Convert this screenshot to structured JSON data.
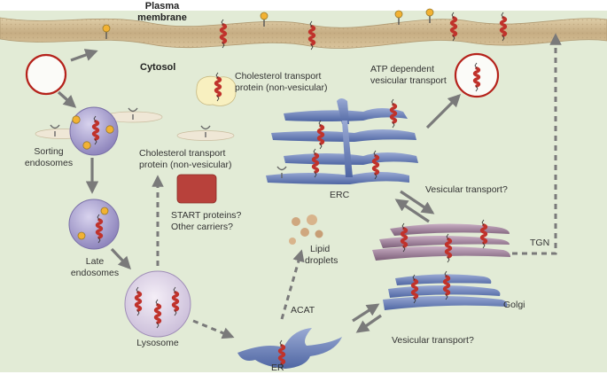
{
  "labels": {
    "plasma_membrane_line1": "Plasma",
    "plasma_membrane_line2": "membrane",
    "cytosol": "Cytosol",
    "ctp_top_line1": "Cholesterol transport",
    "ctp_top_line2": "protein (non-vesicular)",
    "atp_line1": "ATP dependent",
    "atp_line2": "vesicular transport",
    "sorting_line1": "Sorting",
    "sorting_line2": "endosomes",
    "ctp_mid_line1": "Cholesterol transport",
    "ctp_mid_line2": "protein (non-vesicular)",
    "erc": "ERC",
    "start_line1": "START proteins?",
    "start_line2": "Other carriers?",
    "vesicular_q1": "Vesicular transport?",
    "late_line1": "Late",
    "late_line2": "endosomes",
    "lipid_line1": "Lipid",
    "lipid_line2": "droplets",
    "tgn": "TGN",
    "acat": "ACAT",
    "golgi": "Golgi",
    "lysosome": "Lysosome",
    "vesicular_q2": "Vesicular transport?",
    "er": "ER"
  },
  "colors": {
    "background": "#e2ebd6",
    "membrane": "#cbb58e",
    "endosome": "#a79fcc",
    "vesicle_rim": "#b5221b",
    "erc_blue": "#6a7fb5",
    "golgi_blue": "#6d8cbf",
    "tgn_mauve": "#9a7c95",
    "cholesterol_red": "#c0322b",
    "lipid_tan": "#cfa77f",
    "carrier_box": "#b8413b",
    "arrow_grey": "#7a7a7a"
  },
  "icons": {
    "receptor": "receptor-icon",
    "cholesterol": "cholesterol-icon"
  }
}
